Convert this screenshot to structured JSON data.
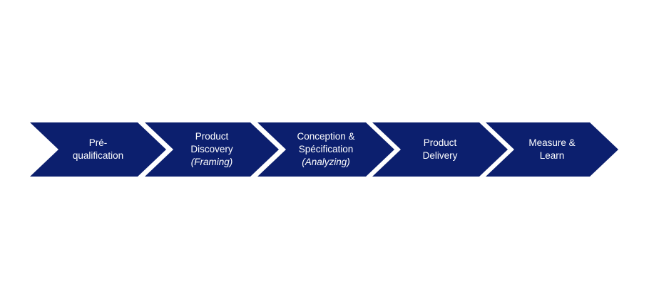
{
  "diagram": {
    "color": "#0c1f6e",
    "steps": [
      {
        "lines": [
          "Pré-",
          "qualification"
        ],
        "italic": ""
      },
      {
        "lines": [
          "Product",
          "Discovery"
        ],
        "italic": "(Framing)"
      },
      {
        "lines": [
          "Conception &",
          "Spécification"
        ],
        "italic": "(Analyzing)"
      },
      {
        "lines": [
          "Product",
          "Delivery"
        ],
        "italic": ""
      },
      {
        "lines": [
          "Measure &",
          "Learn"
        ],
        "italic": ""
      }
    ]
  }
}
